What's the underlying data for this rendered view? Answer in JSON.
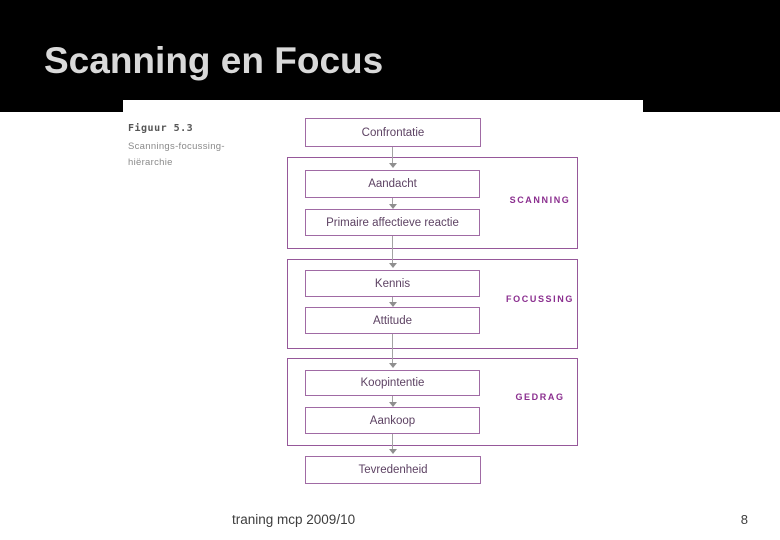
{
  "slide": {
    "title": "Scanning en Focus",
    "footer_text": "traning mcp 2009/10",
    "page_number": "8"
  },
  "figure": {
    "caption": "Figuur 5.3",
    "subcaption_line1": "Scannings-focussing-",
    "subcaption_line2": "hiërarchie"
  },
  "diagram": {
    "type": "flowchart-hierarchy",
    "nodes": [
      {
        "label": "Confrontatie"
      },
      {
        "label": "Aandacht"
      },
      {
        "label": "Primaire affectieve reactie"
      },
      {
        "label": "Kennis"
      },
      {
        "label": "Attitude"
      },
      {
        "label": "Koopintentie"
      },
      {
        "label": "Aankoop"
      },
      {
        "label": "Tevredenheid"
      }
    ],
    "groups": [
      {
        "label": "SCANNING",
        "contains": [
          "Aandacht",
          "Primaire affectieve reactie"
        ]
      },
      {
        "label": "FOCUSSING",
        "contains": [
          "Kennis",
          "Attitude"
        ]
      },
      {
        "label": "GEDRAG",
        "contains": [
          "Koopintentie",
          "Aankoop"
        ]
      }
    ],
    "flow": [
      "Confrontatie",
      "Aandacht",
      "Primaire affectieve reactie",
      "Kennis",
      "Attitude",
      "Koopintentie",
      "Aankoop",
      "Tevredenheid"
    ]
  },
  "colors": {
    "header_bg": "#000000",
    "title_text": "#d9d9d9",
    "node_border": "#a06aa4",
    "node_text": "#5d4263",
    "group_border": "#96589a",
    "group_label_text": "#8b2f8f",
    "arrow": "#9a9a9a",
    "caption_text": "#565656",
    "subcaption_text": "#8a8a8a",
    "footer_text": "#3d3d3d"
  }
}
